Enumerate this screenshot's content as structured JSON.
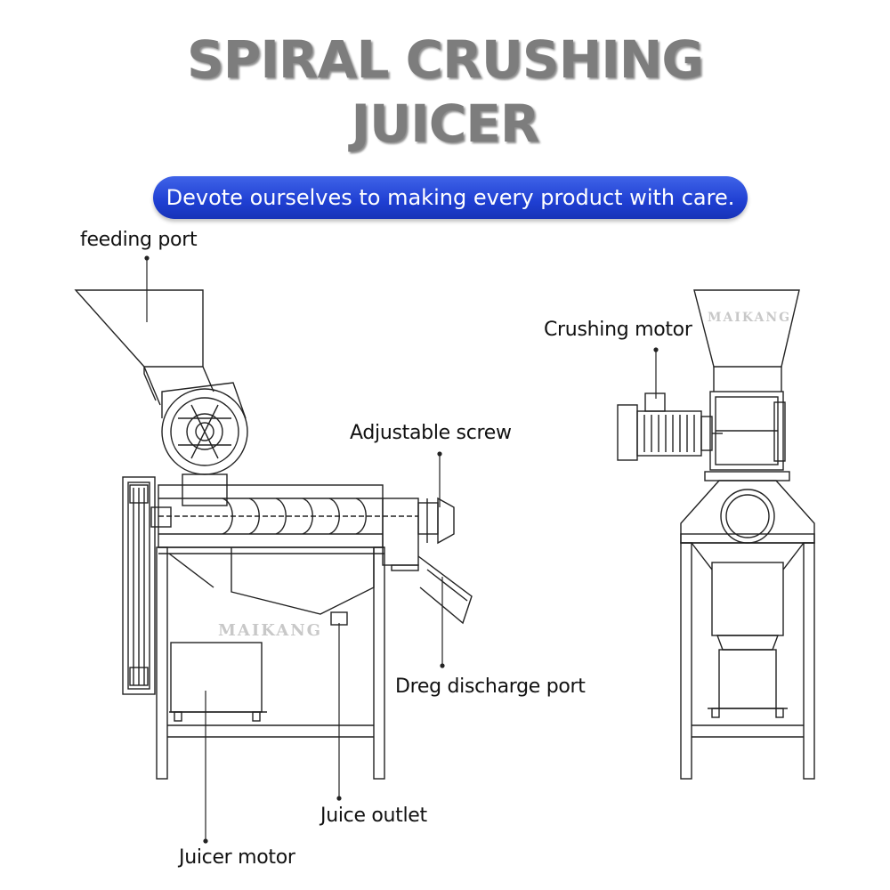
{
  "title": {
    "line1": "SPIRAL CRUSHING",
    "line2": "JUICER"
  },
  "tagline": "Devote ourselves to making every product with care.",
  "watermark": "MAIKANG",
  "labels": {
    "feeding_port": "feeding port",
    "crushing_motor": "Crushing motor",
    "adjustable_screw": "Adjustable screw",
    "dreg_discharge_port": "Dreg discharge port",
    "juice_outlet": "Juice outlet",
    "juicer_motor": "Juicer motor"
  },
  "colors": {
    "tagline_bg": "#2441d6",
    "title_text": "#7d7d7d",
    "line_art": "#222222"
  }
}
